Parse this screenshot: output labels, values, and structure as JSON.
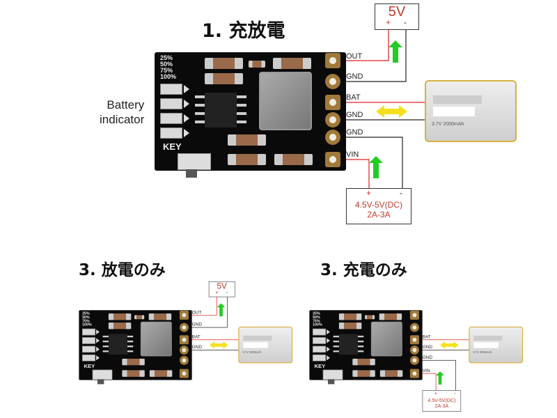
{
  "titles": {
    "main": "1. 充放電",
    "discharge": "3. 放電のみ",
    "charge": "3. 充電のみ"
  },
  "board": {
    "levels": [
      "25%",
      "50%",
      "75%",
      "100%"
    ],
    "key": "KEY"
  },
  "pins": {
    "out": "OUT",
    "gnd": "GND",
    "bat": "BAT",
    "vin": "VIN"
  },
  "output_box": {
    "voltage": "5V",
    "plus": "+",
    "minus": "-"
  },
  "input_box": {
    "voltage": "4.5V-5V(DC)",
    "current": "2A-3A",
    "plus": "+",
    "minus": "-"
  },
  "battery": {
    "spec": "3.7V 2000mAh"
  },
  "indicator_label": {
    "line1": "Battery",
    "line2": "indicator"
  },
  "colors": {
    "wire_pos": "#e02020",
    "wire_neg": "#222222",
    "arrow_green": "#22cc22",
    "arrow_yellow": "#f5e020"
  }
}
